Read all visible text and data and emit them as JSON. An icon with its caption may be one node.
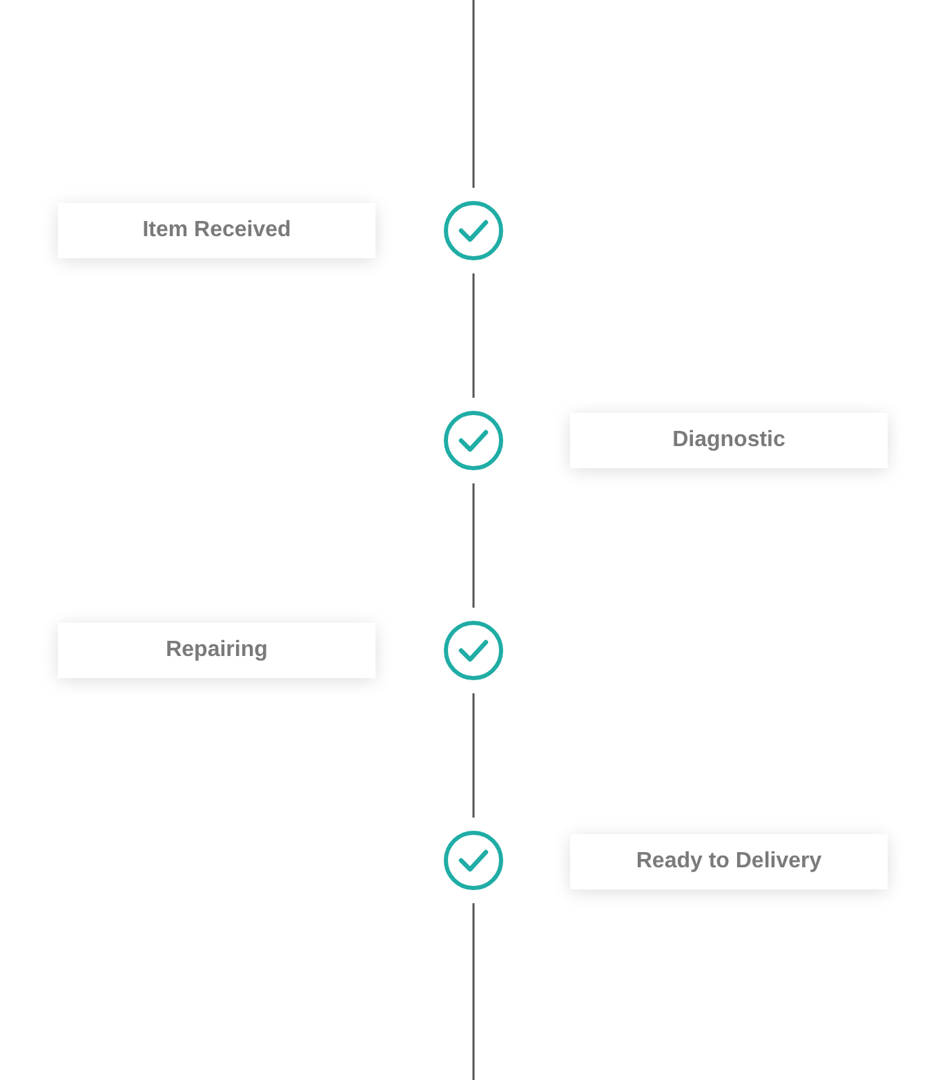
{
  "diagram": {
    "nodes": [
      {
        "text": [
          "Item Received"
        ]
      },
      {
        "text": [],
        "shape": "circle"
      },
      {
        "text": [],
        "shape": "circle"
      },
      {
        "text": [
          "Diagnostic"
        ]
      },
      {
        "text": [
          "Repairing"
        ]
      },
      {
        "text": [],
        "shape": "circle"
      },
      {
        "text": [],
        "shape": "circle"
      },
      {
        "text": [
          "Ready to Delivery"
        ]
      }
    ],
    "edges": [
      {
        "from": null,
        "to": 1,
        "arrow": "none"
      },
      {
        "from": 1,
        "to": 2,
        "arrow": "none"
      },
      {
        "from": 2,
        "to": 5,
        "arrow": "none"
      },
      {
        "from": 5,
        "to": 6,
        "arrow": "none"
      },
      {
        "from": 6,
        "to": null,
        "arrow": "none"
      }
    ]
  }
}
